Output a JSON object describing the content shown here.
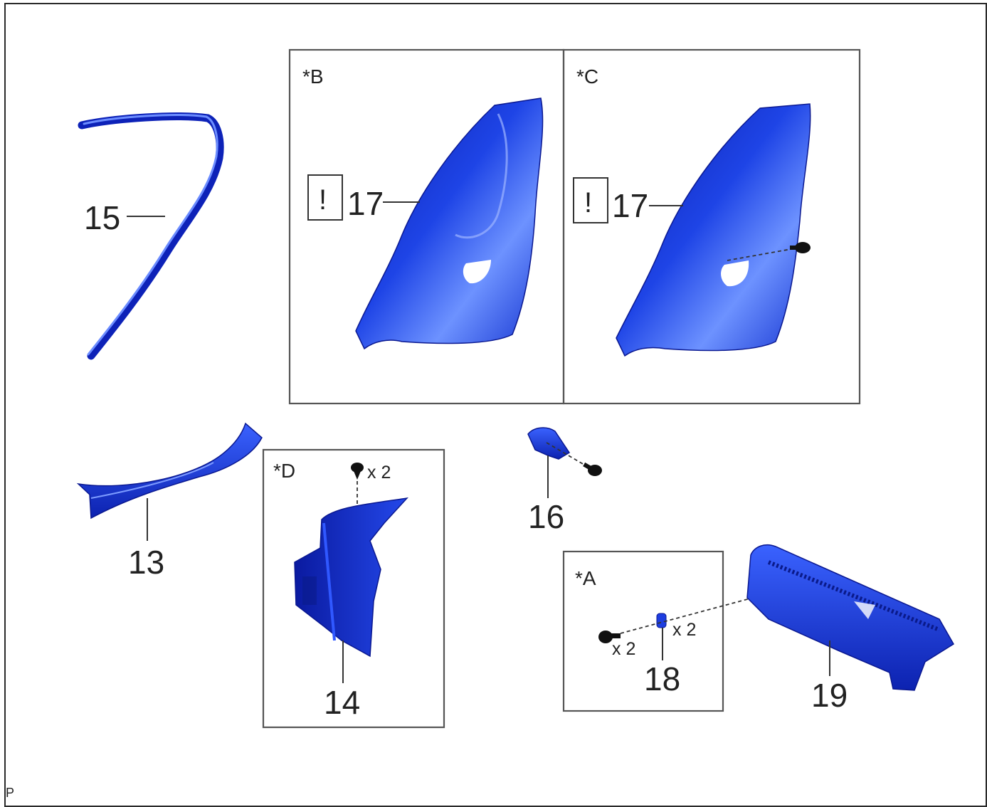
{
  "parts": {
    "p13": "13",
    "p14": "14",
    "p15": "15",
    "p16": "16",
    "p17b": "17",
    "p17c": "17",
    "p18": "18",
    "p19": "19"
  },
  "views": {
    "a": "*A",
    "b": "*B",
    "c": "*C",
    "d": "*D"
  },
  "quantities": {
    "clip_d": "x 2",
    "bolt_a": "x 2",
    "clip_a": "x 2"
  },
  "warning_symbol": "!",
  "page_code": "P",
  "colors": {
    "part_blue": "#1330d8",
    "part_highlight": "#5a7cff",
    "part_dark": "#0a1a9a",
    "line": "#333333"
  }
}
